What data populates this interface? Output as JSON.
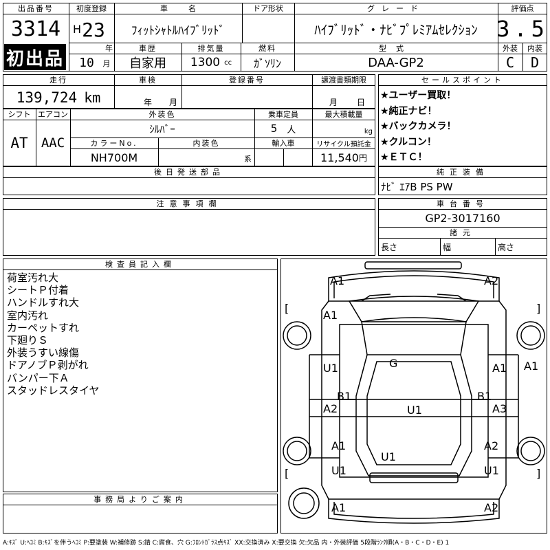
{
  "header": {
    "lot_label": "出品番号",
    "lot_number": "3314",
    "first_listing": "初出品",
    "first_reg_label": "初度登録",
    "era": "H",
    "year_num": "23",
    "year_unit": "年",
    "month_num": "10",
    "month_unit": "月",
    "car_name_label": "車名",
    "car_name": "ﾌｨｯﾄｼｬﾄﾙﾊｲﾌﾞﾘｯﾄﾞ",
    "door_label": "ドア形状",
    "door_value": "",
    "grade_label": "グレード",
    "grade": "ﾊｲﾌﾞﾘｯﾄﾞ・ﾅﾋﾞﾌﾟﾚﾐｱﾑｾﾚｸｼｮﾝ",
    "score_label": "評価点",
    "score": "3.5",
    "history_label": "車歴",
    "history": "自家用",
    "displacement_label": "排気量",
    "displacement": "1300",
    "displacement_unit": "cc",
    "fuel_label": "燃料",
    "fuel": "ｶﾞｿﾘﾝ",
    "model_label": "型式",
    "model_code": "DAA-GP2",
    "exterior_label": "外装",
    "exterior_grade": "C",
    "interior_label": "内装",
    "interior_grade": "D"
  },
  "row2": {
    "mileage_label": "走行",
    "mileage": "139,724",
    "mileage_unit": "km",
    "inspection_label": "車検",
    "year_unit": "年",
    "month_unit": "月",
    "reg_no_label": "登録番号",
    "transfer_label": "譲渡書類期限",
    "day_unit": "日"
  },
  "specs": {
    "shift_label": "シフト",
    "shift": "AT",
    "ac_label": "エアコン",
    "ac": "AAC",
    "ext_color_label": "外装色",
    "ext_color": "ｼﾙﾊﾞｰ",
    "capacity_label": "乗車定員",
    "capacity": "5",
    "capacity_unit": "人",
    "load_label": "最大積載量",
    "load_unit": "kg",
    "color_no_label": "カラーNo.",
    "color_no": "NH700M",
    "int_color_label": "内装色",
    "int_color_unit": "系",
    "import_label": "輸入車",
    "recycle_label": "リサイクル預託金",
    "recycle": "11,540",
    "recycle_unit": "円"
  },
  "later_parts_label": "後日発送部品",
  "notes_label": "注意事項欄",
  "office_label": "事務局よりご案内",
  "sales_points": {
    "label": "セールスポイント",
    "items": [
      "★ユーザー買取！",
      "★純正ナビ！",
      "★バックカメラ！",
      "★クルコン！",
      "★ＥＴＣ！"
    ]
  },
  "oem_equipment": {
    "label": "純正装備",
    "value": "ﾅﾋﾞ ｴｱB PS PW"
  },
  "chassis": {
    "label": "車台番号",
    "value": "GP2-3017160"
  },
  "dimensions": {
    "label": "諸元",
    "length_label": "長さ",
    "width_label": "幅",
    "height_label": "高さ"
  },
  "inspector": {
    "label": "検査員記入欄",
    "notes": [
      "荷室汚れ大",
      "シートＰ付着",
      "ハンドルすれ大",
      "室内汚れ",
      "カーペットすれ",
      "下廻りＳ",
      "外装うすい線傷",
      "ドアノブＰ剥がれ",
      "バンパー下Ａ",
      "スタッドレスタイヤ"
    ]
  },
  "damage_codes": {
    "front_left": "A1",
    "front_right": "A2",
    "hood_left": "A1",
    "left_front_door": "U1",
    "right_front_door": "A1",
    "right_fender": "A1",
    "roof": "G",
    "left_sill": "B1",
    "right_sill": "B1",
    "left_rear_door": "A2",
    "center": "U1",
    "right_rear_door": "A3",
    "left_rear_q": "A1",
    "right_rear_q": "A2",
    "rear_center": "U1",
    "left_rear_low": "U1",
    "right_rear_low": "U1",
    "rear_left": "A1",
    "rear_right": "A2"
  },
  "legend": "A:ｷｽﾞ U:ﾍｺﾐ B:ｷｽﾞを伴うﾍｺﾐ P:要塗装 W:補修跡 S:錆 C:腐食、穴 G:ﾌﾛﾝﾄｶﾞﾗｽ点ｷｽﾞ XX:交換済み X:要交換 欠:欠品 内・外装評価 5段階ﾗﾝｸ順(A・B・C・D・E) 1"
}
